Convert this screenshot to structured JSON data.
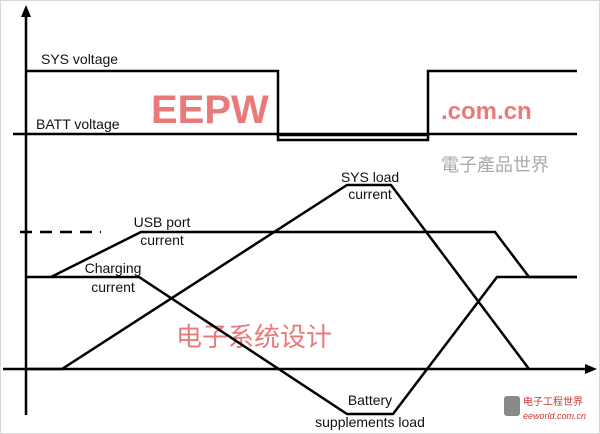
{
  "diagram": {
    "labels": {
      "sys_voltage": "SYS voltage",
      "batt_voltage": "BATT voltage",
      "sys_load_1": "SYS load",
      "sys_load_2": "current",
      "usb_port_1": "USB port",
      "usb_port_2": "current",
      "charging_1": "Charging",
      "charging_2": "current",
      "battery_1": "Battery",
      "battery_2": "supplements load"
    }
  },
  "watermark": {
    "brand": "EEPW",
    "domain": ".com.cn",
    "cn_title": "電子產品世界",
    "cn_diag": "电子系统设计",
    "corner_cn": "电子工程世界",
    "corner_domain": "eeworld.com.cn"
  }
}
